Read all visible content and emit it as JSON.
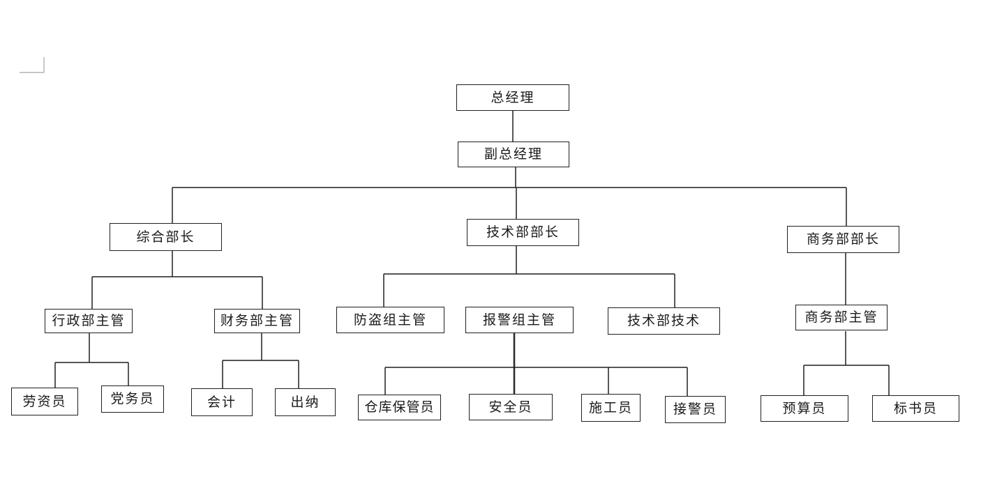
{
  "diagram_type": "org-chart",
  "nodes": [
    {
      "id": "general-manager",
      "label": "总经理",
      "level": 1
    },
    {
      "id": "deputy-general-manager",
      "label": "副总经理",
      "level": 2
    },
    {
      "id": "general-affairs-chief",
      "label": "综合部长",
      "level": 3
    },
    {
      "id": "technical-dept-chief",
      "label": "技术部部长",
      "level": 3
    },
    {
      "id": "commerce-dept-chief",
      "label": "商务部部长",
      "level": 3
    },
    {
      "id": "admin-dept-supervisor",
      "label": "行政部主管",
      "level": 4
    },
    {
      "id": "finance-dept-supervisor",
      "label": "财务部主管",
      "level": 4
    },
    {
      "id": "anti-theft-group-supervisor",
      "label": "防盗组主管",
      "level": 4
    },
    {
      "id": "alarm-group-supervisor",
      "label": "报警组主管",
      "level": 4
    },
    {
      "id": "technical-dept-technician",
      "label": "技术部技术",
      "level": 4
    },
    {
      "id": "commerce-dept-supervisor",
      "label": "商务部主管",
      "level": 4
    },
    {
      "id": "labor-wage-clerk",
      "label": "劳资员",
      "level": 5
    },
    {
      "id": "party-affairs-clerk",
      "label": "党务员",
      "level": 5
    },
    {
      "id": "accountant",
      "label": "会计",
      "level": 5
    },
    {
      "id": "cashier",
      "label": "出纳",
      "level": 5
    },
    {
      "id": "warehouse-keeper",
      "label": "仓库保管员",
      "level": 5
    },
    {
      "id": "safety-officer",
      "label": "安全员",
      "level": 5
    },
    {
      "id": "construction-worker",
      "label": "施工员",
      "level": 5
    },
    {
      "id": "alarm-call-receiver",
      "label": "接警员",
      "level": 5
    },
    {
      "id": "budget-clerk",
      "label": "预算员",
      "level": 5
    },
    {
      "id": "bid-document-clerk",
      "label": "标书员",
      "level": 5
    }
  ],
  "edges": [
    {
      "parent": "总经理",
      "child": "副总经理"
    },
    {
      "parent": "副总经理",
      "child": "综合部长"
    },
    {
      "parent": "副总经理",
      "child": "技术部部长"
    },
    {
      "parent": "副总经理",
      "child": "商务部部长"
    },
    {
      "parent": "综合部长",
      "child": "行政部主管"
    },
    {
      "parent": "综合部长",
      "child": "财务部主管"
    },
    {
      "parent": "行政部主管",
      "child": "劳资员"
    },
    {
      "parent": "行政部主管",
      "child": "党务员"
    },
    {
      "parent": "财务部主管",
      "child": "会计"
    },
    {
      "parent": "财务部主管",
      "child": "出纳"
    },
    {
      "parent": "技术部部长",
      "child": "防盗组主管"
    },
    {
      "parent": "技术部部长",
      "child": "报警组主管"
    },
    {
      "parent": "技术部部长",
      "child": "技术部技术"
    },
    {
      "parent": "报警组主管",
      "child": "仓库保管员"
    },
    {
      "parent": "报警组主管",
      "child": "安全员"
    },
    {
      "parent": "报警组主管",
      "child": "施工员"
    },
    {
      "parent": "报警组主管",
      "child": "接警员"
    },
    {
      "parent": "商务部部长",
      "child": "商务部主管"
    },
    {
      "parent": "商务部主管",
      "child": "预算员"
    },
    {
      "parent": "商务部主管",
      "child": "标书员"
    }
  ],
  "colors": {
    "line": "#1f1f1f",
    "thick_line": "#2e2e2e",
    "border": "#1f1f1f",
    "text": "#1a1a1a",
    "background": "#ffffff",
    "margin_mark": "#b3b3b3"
  }
}
